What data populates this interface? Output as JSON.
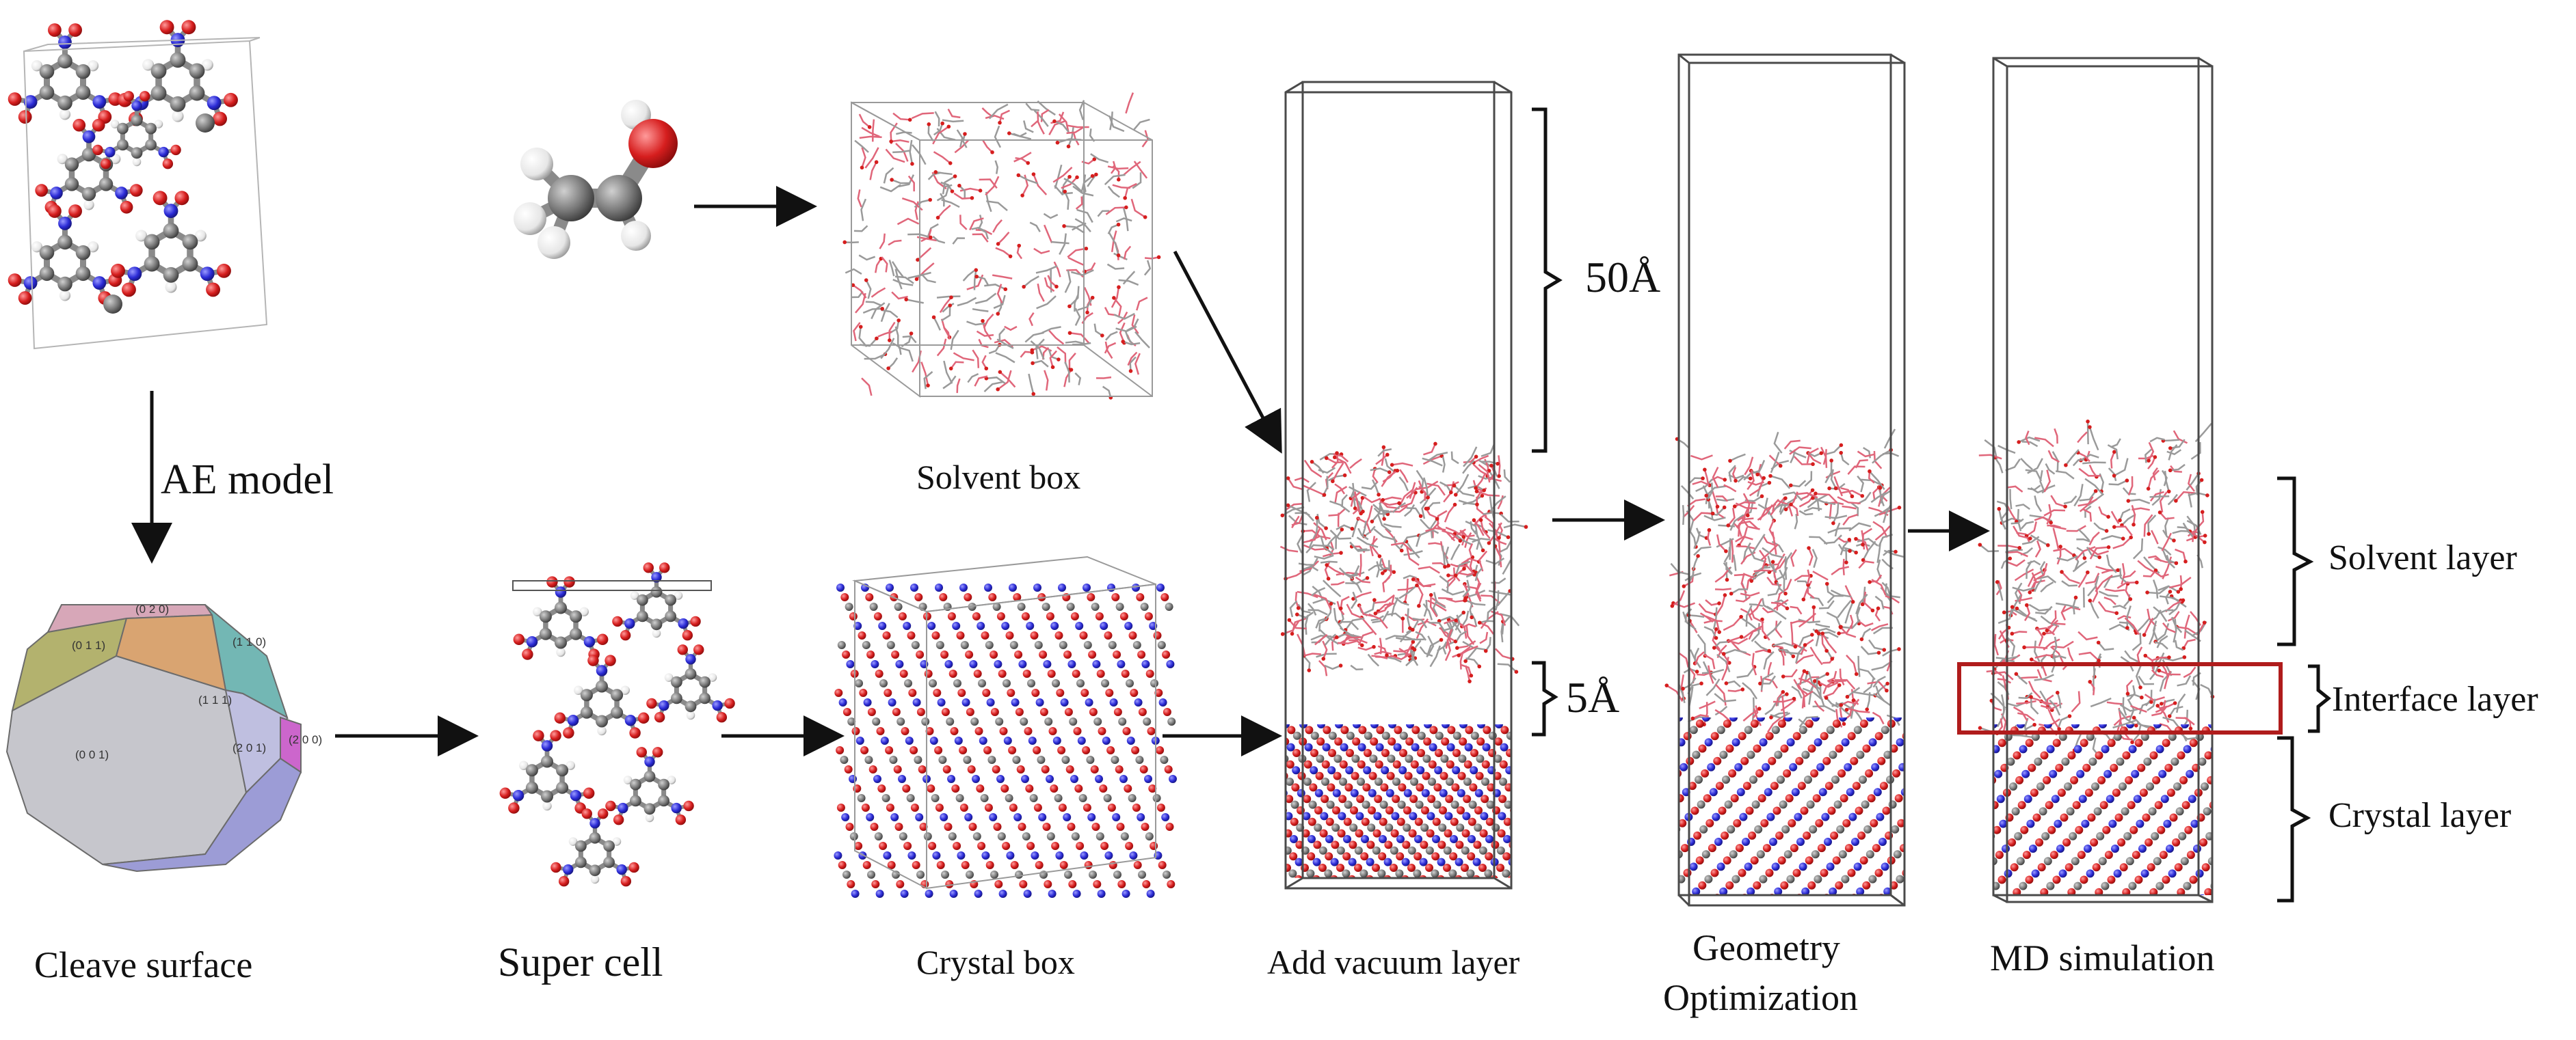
{
  "labels": {
    "ae_model": "AE model",
    "cleave_surface": "Cleave surface",
    "super_cell": "Super cell",
    "solvent_box": "Solvent box",
    "crystal_box": "Crystal box",
    "add_vacuum_layer": "Add vacuum layer",
    "geometry_line1": "Geometry",
    "geometry_line2": "Optimization",
    "md_simulation": "MD simulation",
    "dim_50": "50Å",
    "dim_5": "5Å",
    "solvent_layer": "Solvent layer",
    "interface_layer": "Interface layer",
    "crystal_layer": "Crystal layer"
  },
  "facets": [
    "(0 2 0)",
    "(0 1 1)",
    "(1 1 0)",
    "(1 1 1)",
    "(0 0 1)",
    "(2 0 1)",
    "(2 0 0)"
  ],
  "colors": {
    "nitrogen": "#2b2bd6",
    "oxygen": "#d61e1e",
    "carbon": "#7a7a7a",
    "hydrogen": "#f2f2f2",
    "interface_box": "#b01c1c",
    "solvent_line_red": "#e0667a",
    "solvent_line_gray": "#9a9a9a"
  }
}
